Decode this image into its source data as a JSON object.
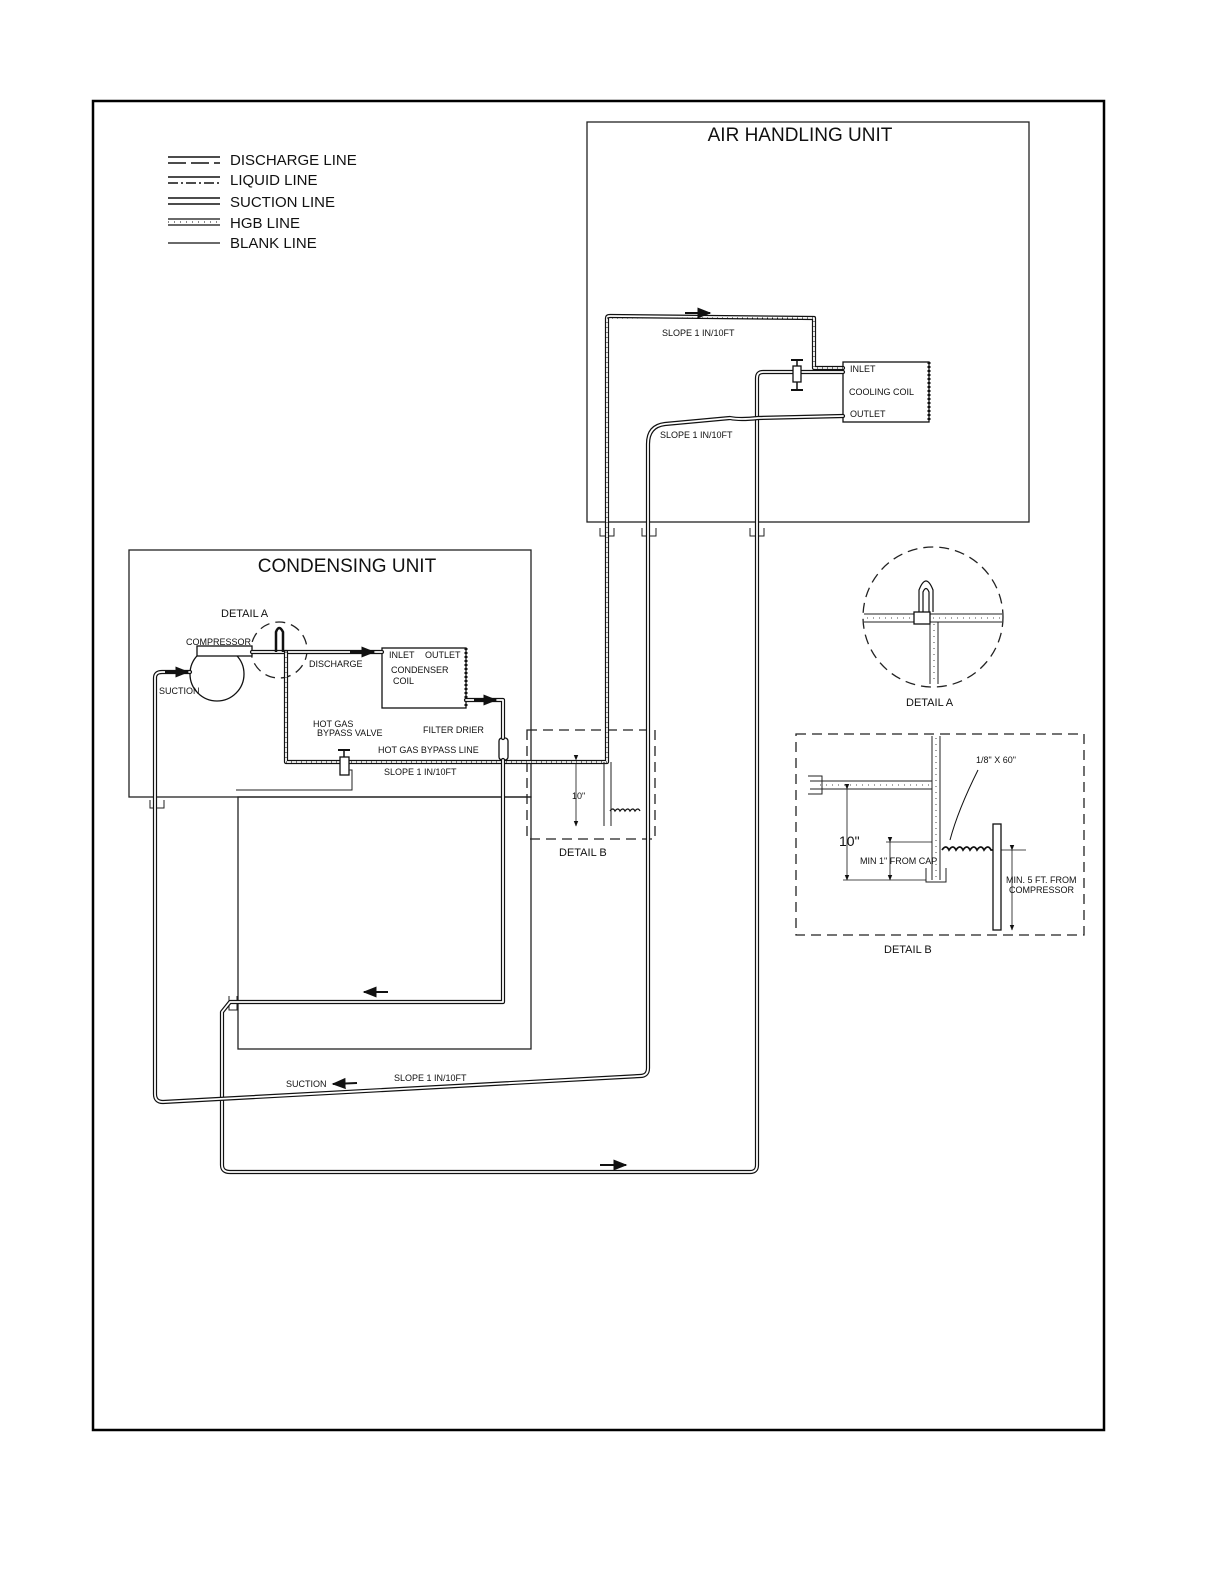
{
  "legend": {
    "discharge": "DISCHARGE LINE",
    "liquid": "LIQUID LINE",
    "suction": "SUCTION LINE",
    "hgb": "HGB LINE",
    "blank": "BLANK LINE"
  },
  "air_handling_unit": {
    "title": "AIR HANDLING UNIT",
    "slope_top": "SLOPE 1 IN/10FT",
    "slope_mid": "SLOPE 1 IN/10FT",
    "coil_inlet": "INLET",
    "coil_label": "COOLING COIL",
    "coil_outlet": "OUTLET"
  },
  "condensing_unit": {
    "title": "CONDENSING UNIT",
    "detail_a_ref": "DETAIL A",
    "compressor": "COMPRESSOR",
    "suction": "SUCTION",
    "discharge": "DISCHARGE",
    "cond_inlet": "INLET",
    "cond_outlet": "OUTLET",
    "cond_coil_1": "CONDENSER",
    "cond_coil_2": "COIL",
    "hgbv_1": "HOT GAS",
    "hgbv_2": "BYPASS VALVE",
    "filter_drier": "FILTER DRIER",
    "hgb_line": "HOT GAS BYPASS LINE",
    "slope": "SLOPE 1 IN/10FT"
  },
  "detail_b_ref": {
    "dim": "10\"",
    "label": "DETAIL B"
  },
  "lower": {
    "suction": "SUCTION",
    "slope": "SLOPE 1 IN/10FT"
  },
  "detail_a": {
    "label": "DETAIL A"
  },
  "detail_b": {
    "cap": "1/8\" X 60\"",
    "dim": "10\"",
    "min_cap": "MIN 1\" FROM CAP",
    "min_comp_1": "MIN. 5 FT. FROM",
    "min_comp_2": "COMPRESSOR",
    "label": "DETAIL B"
  }
}
